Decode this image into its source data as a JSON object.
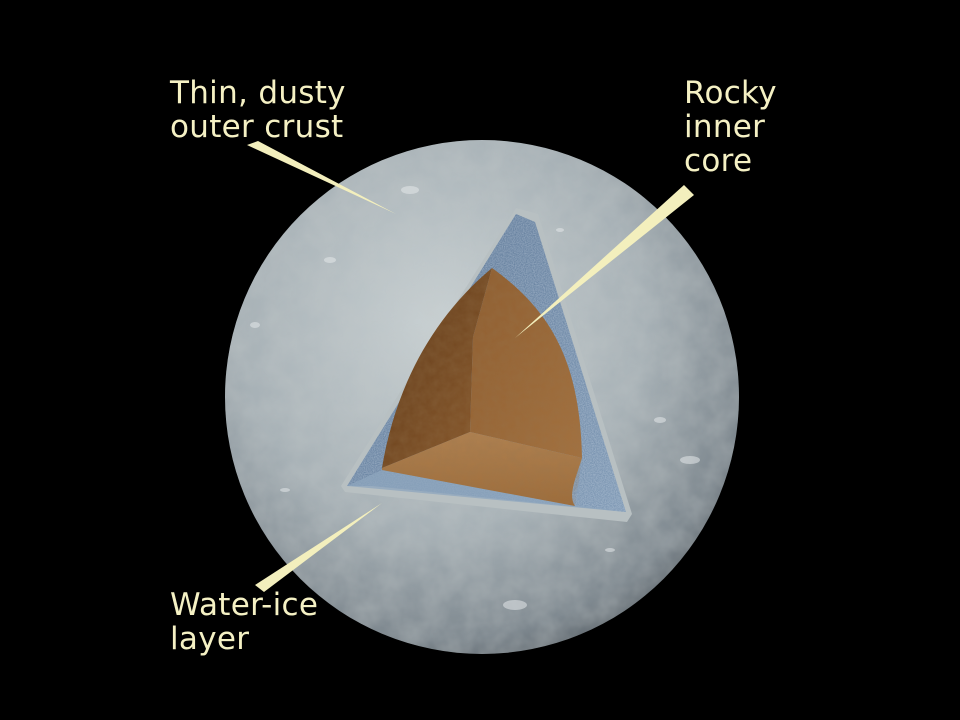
{
  "labels": {
    "crust": {
      "line1": "Thin, dusty",
      "line2": "outer crust"
    },
    "core": {
      "line1": "Rocky",
      "line2": "inner",
      "line3": "core"
    },
    "water": {
      "line1": "Water-ice",
      "line2": "layer"
    }
  },
  "colors": {
    "background": "#000000",
    "label_text": "#f5f1c4",
    "pointer": "#f3efbd",
    "crust_surface": "#a9b3b8",
    "water_ice": "#6f8aa8",
    "rocky_core": "#8a5a2c"
  }
}
